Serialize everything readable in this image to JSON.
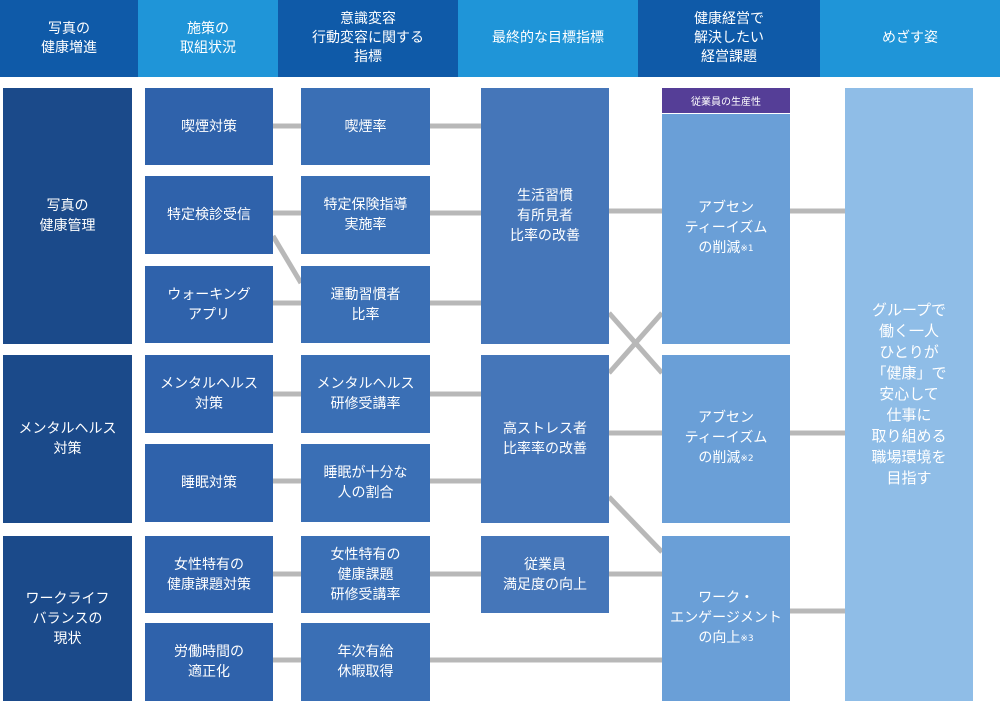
{
  "headers": {
    "col1": "写真の\n健康増進",
    "col2": "施策の\n取組状況",
    "col3": "意識変容\n行動変容に関する\n指標",
    "col4": "最終的な目標指標",
    "col5": "健康経営で\n解決したい\n経営課題",
    "col6": "めざす姿"
  },
  "categories": {
    "health_management": "写真の\n健康管理",
    "mental_health": "メンタルヘルス\n対策",
    "work_life": "ワークライフ\nバランスの\n現状"
  },
  "measures": {
    "smoking": "喫煙対策",
    "checkup": "特定検診受信",
    "walking": "ウォーキング\nアプリ",
    "mental": "メンタルヘルス\n対策",
    "sleep": "睡眠対策",
    "female": "女性特有の\n健康課題対策",
    "labor": "労働時間の\n適正化"
  },
  "indicators": {
    "smoking_rate": "喫煙率",
    "guidance_rate": "特定保険指導\n実施率",
    "exercise_rate": "運動習慣者\n比率",
    "mental_training": "メンタルヘルス\n研修受講率",
    "sleep_ratio": "睡眠が十分な\n人の割合",
    "female_training": "女性特有の\n健康課題\n研修受講率",
    "leave": "年次有給\n休暇取得"
  },
  "goals": {
    "lifestyle": "生活習慣\n有所見者\n比率の改善",
    "stress": "高ストレス者\n比率率の改善",
    "satisfaction": "従業員\n満足度の向上"
  },
  "issues": {
    "productivity_tag": "従業員の生産性",
    "absenteeism": "アブセン\nティーイズム\nの削減",
    "absenteeism_note": "※1",
    "absenteeism2": "アブセン\nティーイズム\nの削減",
    "absenteeism2_note": "※2",
    "engagement": "ワーク・\nエンゲージメント\nの向上",
    "engagement_note": "※3"
  },
  "vision": "グループで\n働く一人\nひとりが\n「健康」で\n安心して\n仕事に\n取り組める\n職場環境を\n目指す",
  "colors": {
    "header_dark": "#0f5aa8",
    "header_light": "#1f95d8",
    "category": "#1b4a8a",
    "connector": "#b8b8b8",
    "tag": "#553e97",
    "vision": "#8fbde7"
  }
}
